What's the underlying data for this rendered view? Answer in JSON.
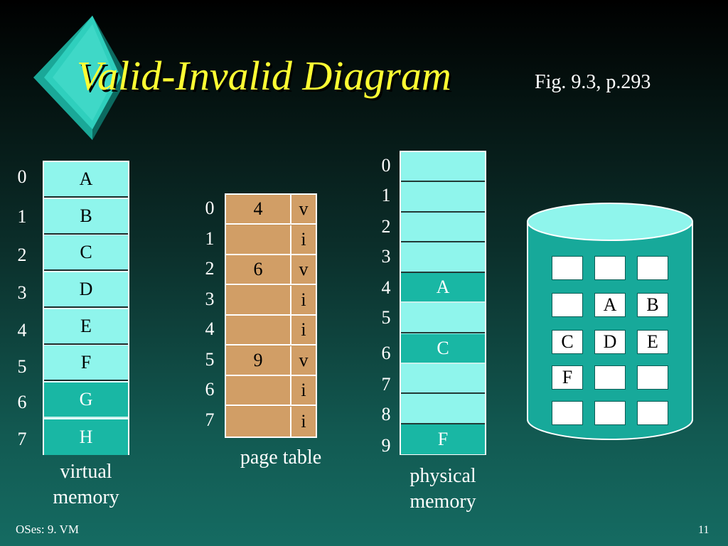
{
  "slide": {
    "title": "Valid-Invalid Diagram",
    "figure_ref": "Fig. 9.3, p.293",
    "footer": "OSes: 9. VM",
    "page_number": "11",
    "title_color": "#ffff33",
    "accent": "#19b7a4",
    "cell_fill": "#8ff5ec",
    "page_table_fill": "#d19e66"
  },
  "virtual_memory": {
    "caption_line1": "virtual",
    "caption_line2": "memory",
    "indices": [
      "0",
      "1",
      "2",
      "3",
      "4",
      "5",
      "6",
      "7"
    ],
    "pages": [
      "A",
      "B",
      "C",
      "D",
      "E",
      "F",
      "G",
      "H"
    ],
    "highlighted": [
      false,
      false,
      false,
      false,
      false,
      false,
      true,
      true
    ]
  },
  "page_table": {
    "caption": "page table",
    "indices": [
      "0",
      "1",
      "2",
      "3",
      "4",
      "5",
      "6",
      "7"
    ],
    "frames": [
      "4",
      "",
      "6",
      "",
      "",
      "9",
      "",
      ""
    ],
    "bits": [
      "v",
      "i",
      "v",
      "i",
      "i",
      "v",
      "i",
      "i"
    ]
  },
  "physical_memory": {
    "caption_line1": "physical",
    "caption_line2": "memory",
    "indices": [
      "0",
      "1",
      "2",
      "3",
      "4",
      "5",
      "6",
      "7",
      "8",
      "9"
    ],
    "frames": [
      "",
      "",
      "",
      "",
      "A",
      "",
      "C",
      "",
      "",
      "F"
    ],
    "highlighted": [
      false,
      false,
      false,
      false,
      true,
      false,
      true,
      false,
      false,
      true
    ]
  },
  "disk": {
    "icon": "disk-cylinder-icon",
    "grid": [
      [
        "",
        "",
        ""
      ],
      [
        "",
        "A",
        "B"
      ],
      [
        "C",
        "D",
        "E"
      ],
      [
        "F",
        "",
        ""
      ],
      [
        "",
        "",
        ""
      ]
    ]
  }
}
